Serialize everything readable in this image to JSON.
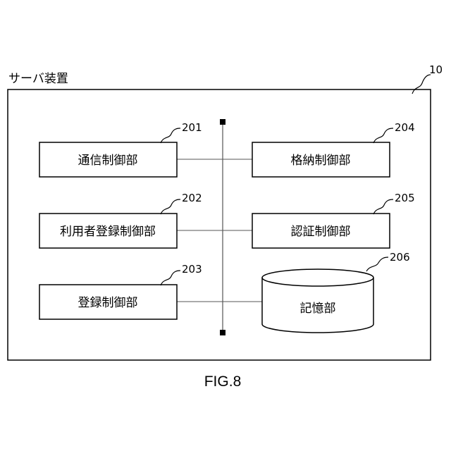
{
  "figure": {
    "label": "FIG.8"
  },
  "server": {
    "label": "サーバ装置",
    "ref": "10"
  },
  "components": {
    "communication": {
      "label": "通信制御部",
      "ref": "201"
    },
    "user_registration": {
      "label": "利用者登録制御部",
      "ref": "202"
    },
    "registration": {
      "label": "登録制御部",
      "ref": "203"
    },
    "storage_control": {
      "label": "格納制御部",
      "ref": "204"
    },
    "authentication": {
      "label": "認証制御部",
      "ref": "205"
    },
    "memory": {
      "label": "記憶部",
      "ref": "206"
    }
  }
}
